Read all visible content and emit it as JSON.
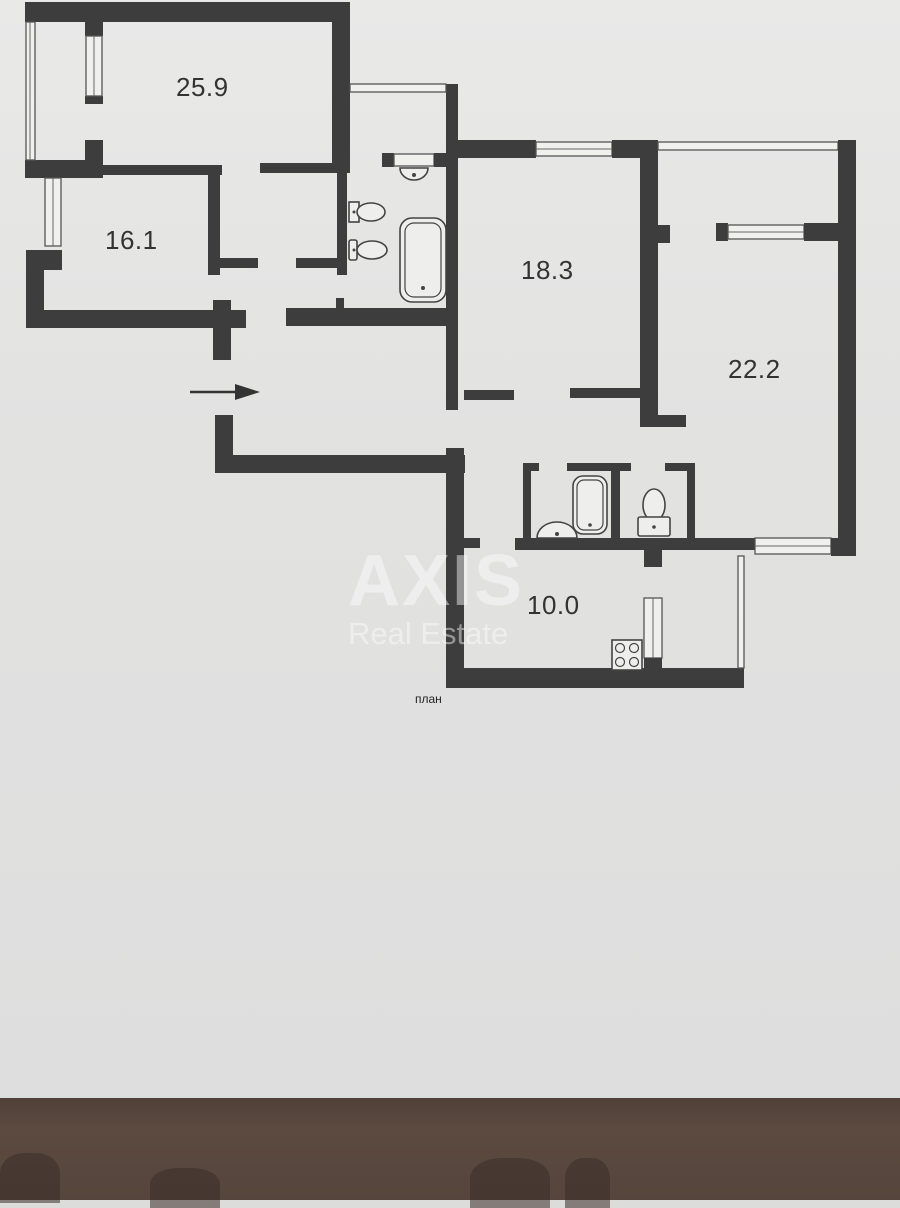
{
  "document": {
    "type": "apartment floor plan (photo of printed sheet)",
    "caption": "план"
  },
  "rooms": [
    {
      "id": "room-1",
      "area": "25.9"
    },
    {
      "id": "room-2",
      "area": "16.1"
    },
    {
      "id": "room-3",
      "area": "18.3"
    },
    {
      "id": "room-4",
      "area": "22.2"
    },
    {
      "id": "kitchen",
      "area": "10.0"
    }
  ],
  "entrance": {
    "icon": "arrow-right-icon",
    "glyph": "→"
  },
  "fixtures": [
    "bathtub-icon",
    "toilet-icon",
    "bidet-icon",
    "sink-icon",
    "bathtub-icon",
    "sink-icon",
    "toilet-icon",
    "stove-icon"
  ],
  "watermark": {
    "brand": "AXIS",
    "subtitle": "Real Estate"
  },
  "colors": {
    "paper": "#e6e6e5",
    "walls": "#3d3d3d",
    "text": "#333333",
    "table": "#55453c"
  }
}
